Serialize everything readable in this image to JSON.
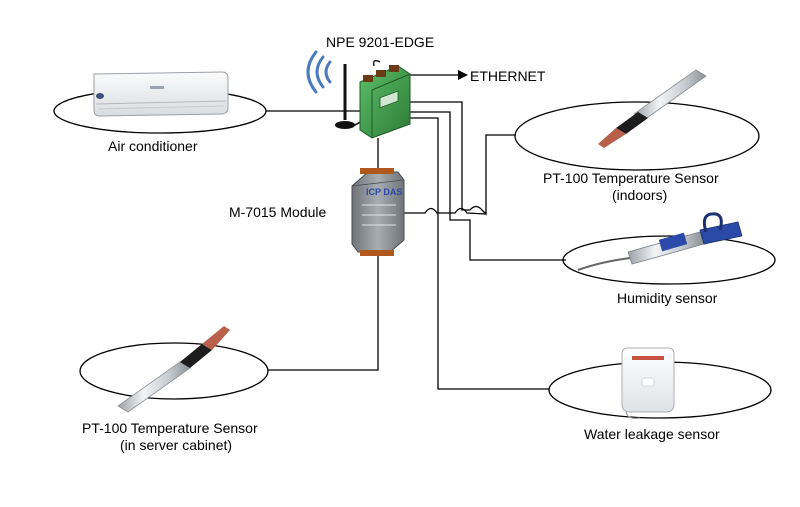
{
  "diagram": {
    "gateway": {
      "label": "NPE 9201-EDGE",
      "body_color": "#3f9a4a",
      "connector_color": "#6a3a14"
    },
    "ethernet": {
      "label": "ETHERNET"
    },
    "module": {
      "label": "M-7015 Module",
      "body_color": "#8c9096",
      "brand_text": "ICP DAS"
    },
    "devices": {
      "air_conditioner": {
        "label": "Air conditioner"
      },
      "pt100_indoors": {
        "label_line1": "PT-100 Temperature Sensor",
        "label_line2": "(indoors)"
      },
      "humidity": {
        "label": "Humidity sensor",
        "accent_color": "#2b4aa8"
      },
      "pt100_cabinet": {
        "label_line1": "PT-100 Temperature Sensor",
        "label_line2": "(in server cabinet)"
      },
      "water_leakage": {
        "label": "Water leakage sensor"
      }
    },
    "icons": {
      "wireless": "wifi-waves-icon",
      "antenna": "antenna-icon"
    },
    "line_color": "#000000",
    "wireless_color": "#4a7bc0"
  }
}
